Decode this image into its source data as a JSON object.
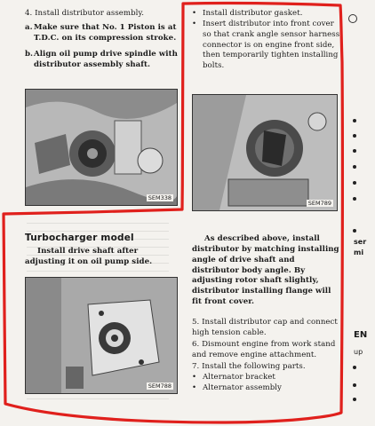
{
  "left_col": {
    "step4": "4.   Install distributor assembly.",
    "step4a_marker": "a.",
    "step4a": "Make sure that No. 1 Piston is at T.D.C. on its compression stroke.",
    "step4b_marker": "b.",
    "step4b": "Align oil pump drive spindle with distributor assembly shaft.",
    "fig1_label": "SEM338",
    "turbo_heading": "Turbocharger model",
    "turbo_text": "Install drive shaft after adjusting it on oil pump side.",
    "fig2_label": "SEM788"
  },
  "right_col": {
    "bullet1": "Install distributor gasket.",
    "bullet2": "Insert distributor into front cover so that crank angle sensor harness connector is on engine front side, then temporarily tighten installing bolts.",
    "fig3_label": "SEM789",
    "described": "As described above, install distributor by matching installing angle of drive shaft and distributor body angle. By adjusting rotor shaft slightly, distributor installing flange will fit front cover.",
    "step5": "5.   Install distributor cap and connect high tension cable.",
    "step6": "6.   Dismount engine from work stand and remove engine attachment.",
    "step7": "7.   Install the following parts.",
    "parts": [
      "Alternator bracket",
      "Alternator assembly"
    ],
    "bullet_marker": "•"
  },
  "edge": {
    "frag1": "ser",
    "frag2": "mi",
    "frag3": "EN",
    "frag4": "up"
  },
  "colors": {
    "annotation_red": "#e0201c",
    "paper": "#f4f2ee",
    "ink": "#1a1a1a"
  },
  "icons": {
    "corner_symbol": "gear-icon"
  }
}
